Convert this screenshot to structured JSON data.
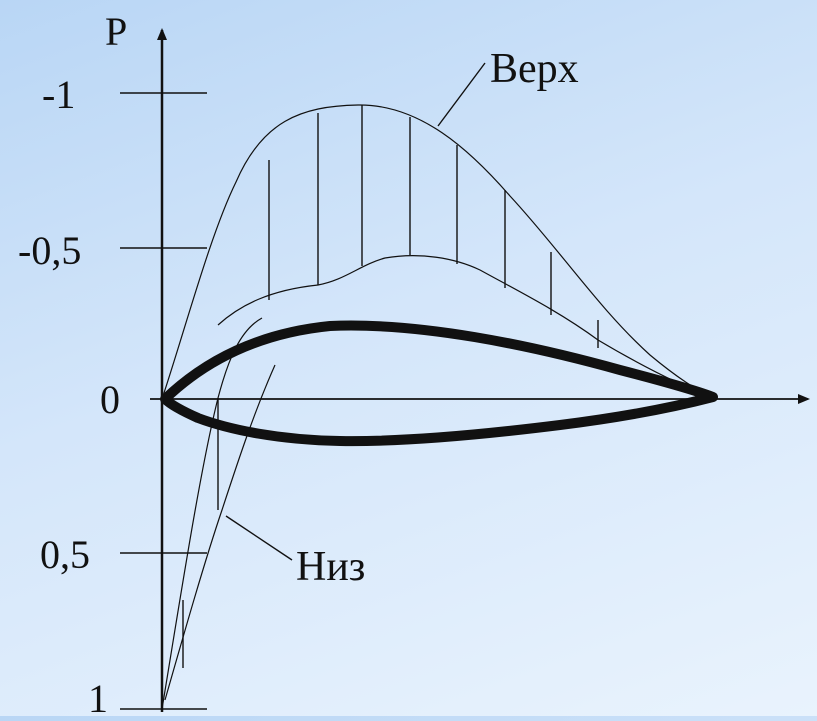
{
  "diagram": {
    "axis_title": "P",
    "y_ticks": [
      {
        "label": "-1",
        "value": -1
      },
      {
        "label": "-0,5",
        "value": -0.5
      },
      {
        "label": "0",
        "value": 0
      },
      {
        "label": "0,5",
        "value": 0.5
      },
      {
        "label": "1",
        "value": 1
      }
    ],
    "curves": {
      "upper": {
        "label": "Верх"
      },
      "lower": {
        "label": "Низ"
      }
    },
    "colors": {
      "ink": "#111111",
      "background_top": "#b9d6f5",
      "background_bottom": "#e9f3fd"
    }
  }
}
